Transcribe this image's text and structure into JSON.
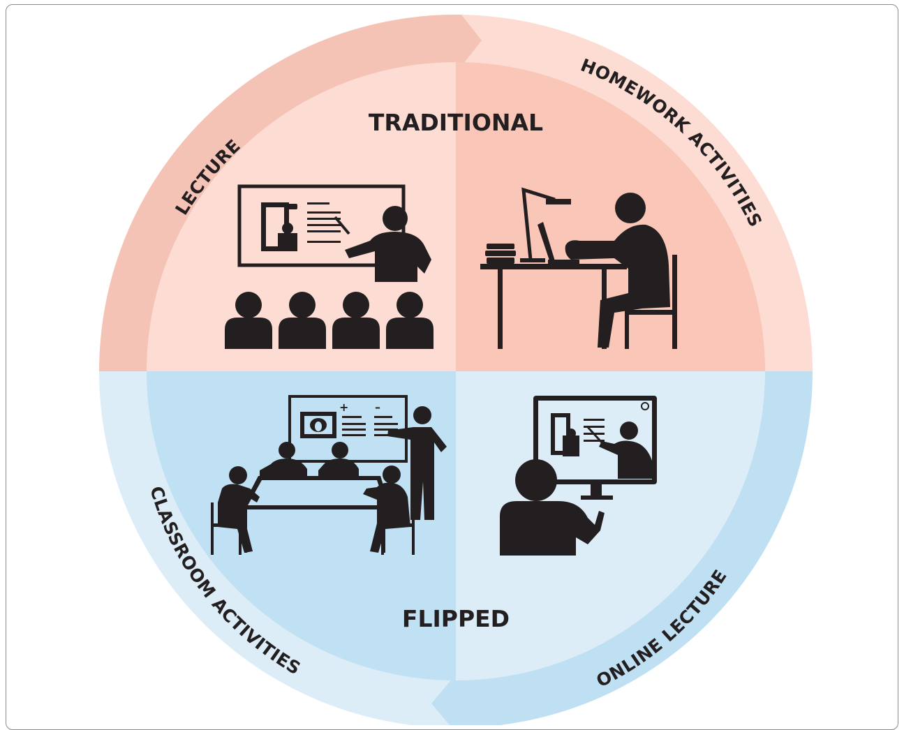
{
  "diagram": {
    "top_label": "TRADITIONAL",
    "bottom_label": "FLIPPED",
    "arc_labels": {
      "lecture": "LECTURE",
      "homework": "HOMEWORK ACTIVITIES",
      "classroom": "CLASSROOM ACTIVITIES",
      "online": "ONLINE LECTURE"
    },
    "colors": {
      "traditional_outer_left": "#f5c3b6",
      "traditional_outer_right": "#fcdcd3",
      "traditional_inner_left": "#fcdcd3",
      "traditional_inner_right": "#f9c6b7",
      "flipped_outer_left": "#dcedf8",
      "flipped_outer_right": "#bfe0f2",
      "flipped_inner_left": "#c0e1f3",
      "flipped_inner_right": "#dcedf8",
      "ink": "#231f20"
    },
    "icons": {
      "lecture_scene": "lecture-classroom-icon",
      "homework_scene": "student-desk-lamp-icon",
      "classroom_scene": "group-table-discussion-icon",
      "online_scene": "online-video-lecture-icon"
    }
  }
}
